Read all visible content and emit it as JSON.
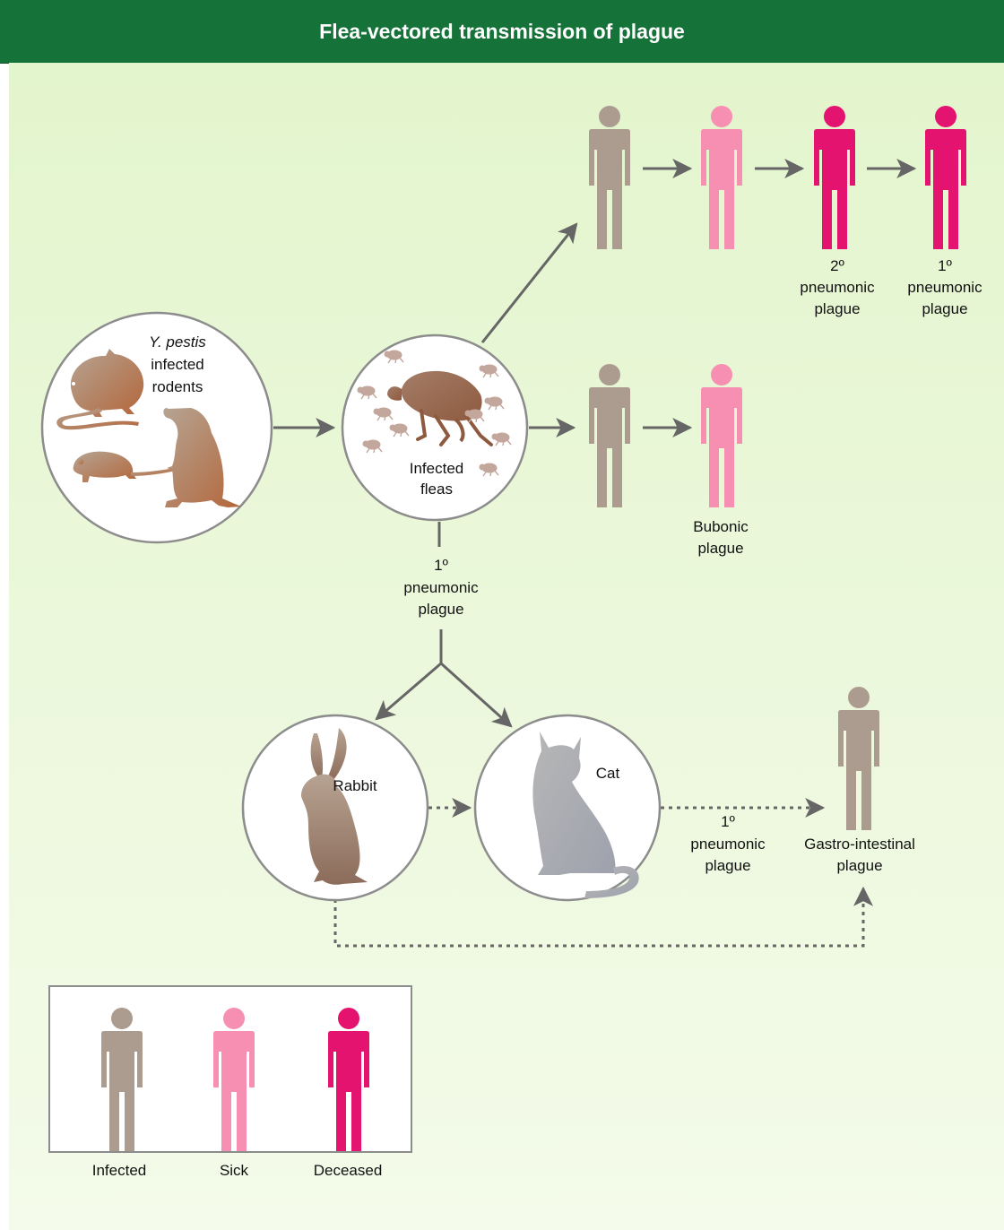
{
  "title": "Flea-vectored transmission of plague",
  "labels": {
    "rodents_italic": "Y. pestis",
    "rodents_1": "infected",
    "rodents_2": "rodents",
    "fleas_1": "Infected",
    "fleas_2": "fleas",
    "top_secondary": [
      "2º",
      "pneumonic",
      "plague"
    ],
    "top_primary": [
      "1º",
      "pneumonic",
      "plague"
    ],
    "bubonic": [
      "Bubonic",
      "plague"
    ],
    "center_primary": [
      "1º",
      "pneumonic",
      "plague"
    ],
    "rabbit": "Rabbit",
    "cat": "Cat",
    "cat_primary": [
      "1º",
      "pneumonic",
      "plague"
    ],
    "gastro": [
      "Gastro-intestinal",
      "plague"
    ]
  },
  "legend": [
    {
      "label": "Infected",
      "color": "#ab9c8f"
    },
    {
      "label": "Sick",
      "color": "#f78fb2"
    },
    {
      "label": "Deceased",
      "color": "#e4136f"
    }
  ],
  "colors": {
    "header": "#157238",
    "background_top": "#e4f6cf",
    "background_bottom": "#f3fae8",
    "arrow": "#666666",
    "infected": "#ab9c8f",
    "sick": "#f78fb2",
    "deceased": "#e4136f"
  },
  "icons": [
    "rat-icon",
    "mouse-icon",
    "prairie-dog-icon",
    "flea-icon",
    "rabbit-icon",
    "cat-icon",
    "person-icon"
  ]
}
